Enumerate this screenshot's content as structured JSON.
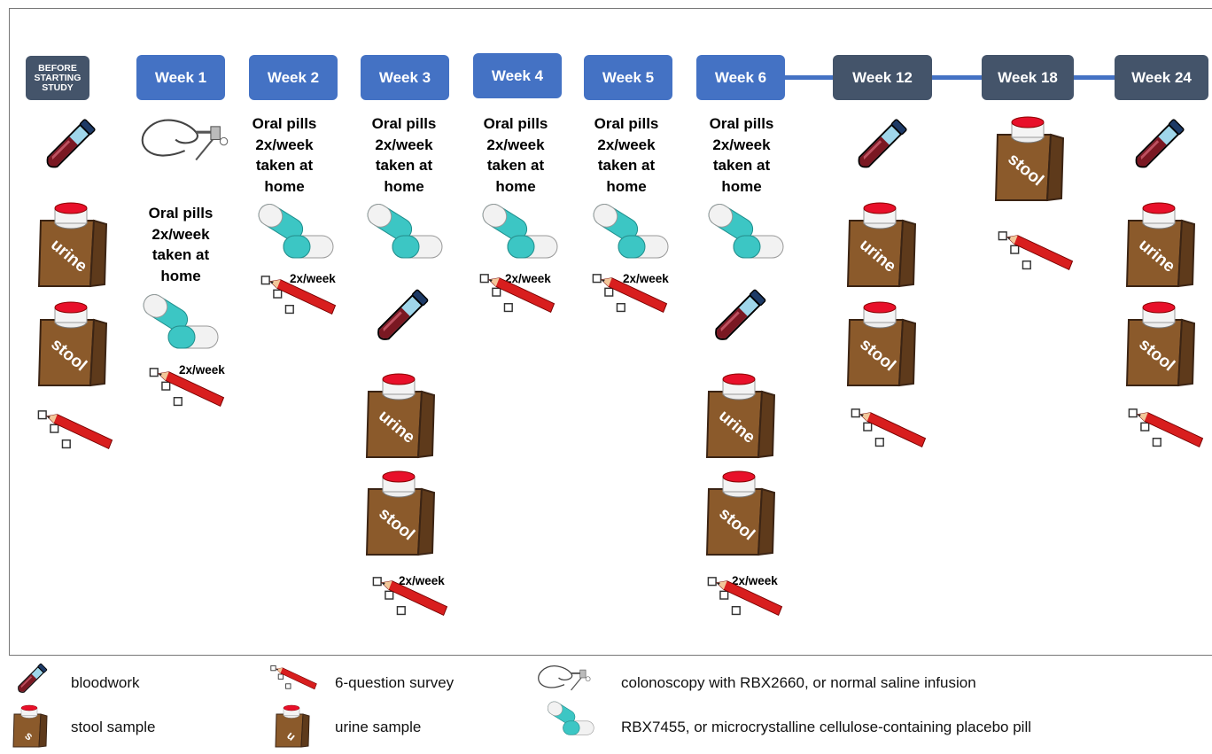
{
  "columns": [
    {
      "label": "BEFORE\nSTARTING\nSTUDY",
      "style": "dark",
      "pill_text": "",
      "freq": ""
    },
    {
      "label": "Week 1",
      "style": "blue",
      "pill_text": "Oral pills\n2x/week\ntaken at\nhome",
      "freq": "2x/week"
    },
    {
      "label": "Week 2",
      "style": "blue",
      "pill_text": "Oral pills\n2x/week\ntaken at\nhome",
      "freq": "2x/week"
    },
    {
      "label": "Week 3",
      "style": "blue",
      "pill_text": "Oral pills\n2x/week\ntaken at\nhome",
      "freq": "2x/week"
    },
    {
      "label": "Week 4",
      "style": "blue",
      "pill_text": "Oral pills\n2x/week\ntaken at\nhome",
      "freq": "2x/week"
    },
    {
      "label": "Week 5",
      "style": "blue",
      "pill_text": "Oral pills\n2x/week\ntaken at\nhome",
      "freq": "2x/week"
    },
    {
      "label": "Week 6",
      "style": "blue",
      "pill_text": "Oral pills\n2x/week\ntaken at\nhome",
      "freq": "2x/week"
    },
    {
      "label": "Week 12",
      "style": "dark",
      "pill_text": "",
      "freq": ""
    },
    {
      "label": "Week 18",
      "style": "dark",
      "pill_text": "",
      "freq": ""
    },
    {
      "label": "Week 24",
      "style": "dark",
      "pill_text": "",
      "freq": ""
    }
  ],
  "icon_labels": {
    "urine": "urine",
    "stool": "stool",
    "urine_short": "u",
    "stool_short": "s"
  },
  "legend": {
    "bloodwork": "bloodwork",
    "survey": "6-question survey",
    "colonoscopy": "colonoscopy with RBX2660, or normal saline infusion",
    "stool": "stool sample",
    "urine": "urine sample",
    "pill": "RBX7455, or microcrystalline cellulose-containing placebo pill"
  },
  "colors": {
    "week_blue": "#4472c4",
    "milestone_dark": "#44546a",
    "bag_brown": "#8b5a2b",
    "lid_red": "#e8102a",
    "pill_teal": "#3cc6c4",
    "pencil_red": "#d81e1e"
  }
}
